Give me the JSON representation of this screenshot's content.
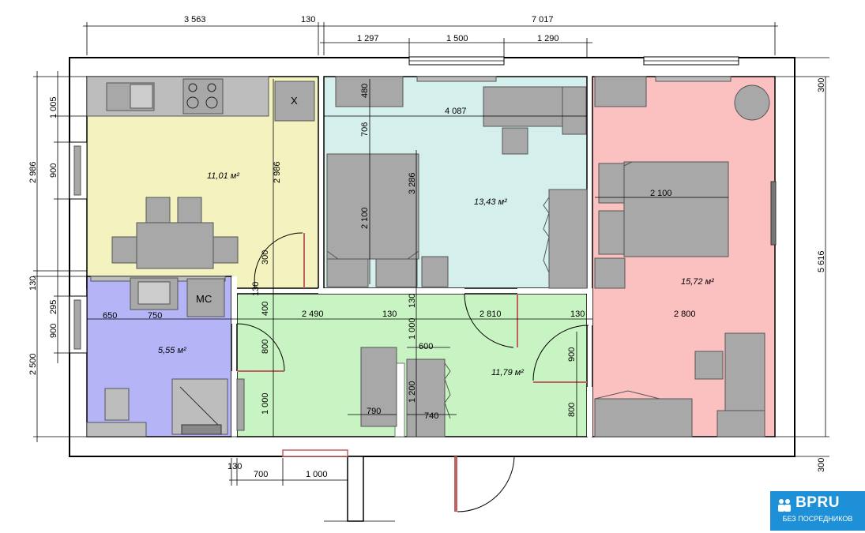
{
  "rooms": {
    "kitchen_area": "11,01 м²",
    "room_center_area": "13,43 м²",
    "bedroom_area": "15,72 м²",
    "bathroom_area": "5,55 м²",
    "hall_area": "11,79 м²"
  },
  "labels": {
    "washing_machine": "MC",
    "stove_hood": "X"
  },
  "dims_top": {
    "d3563": "3 563",
    "d130a": "130",
    "d7017": "7 017",
    "d1297": "1 297",
    "d1500": "1 500",
    "d1290": "1 290"
  },
  "dims_left": {
    "d2986": "2 986",
    "d1005": "1 005",
    "d900a": "900",
    "d130": "130",
    "d295": "295",
    "d900b": "900",
    "d2500": "2 500"
  },
  "dims_right": {
    "d300a": "300",
    "d5616": "5 616",
    "d300b": "300"
  },
  "dims_bottom": {
    "d130": "130",
    "d700": "700",
    "d1000": "1 000"
  },
  "dims_inner": {
    "kitchen_h": "2 986",
    "k300": "300",
    "c480": "480",
    "c706": "706",
    "c4087": "4 087",
    "c3286": "3 286",
    "c2100": "2 100",
    "b2100": "2 100",
    "h130a": "130",
    "h400": "400",
    "h2490": "2 490",
    "h130b": "130",
    "h130c": "130",
    "h2810": "2 810",
    "h130d": "130",
    "b2800": "2 800",
    "w650": "650",
    "w750": "750",
    "h800a": "800",
    "h1000a": "1 000",
    "h1000b": "1 000",
    "h600": "600",
    "h1200": "1 200",
    "h790": "790",
    "h740": "740",
    "h900": "900",
    "h800b": "800"
  },
  "logo": {
    "title": "BPRU",
    "subtitle": "БЕЗ ПОСРЕДНИКОВ"
  },
  "colors": {
    "kitchen": "#f4f3c0",
    "room_center": "#d5efec",
    "bedroom": "#fbc1c1",
    "bathroom": "#b4b4f6",
    "hall": "#c8f3c2",
    "logo": "#1e90d8"
  }
}
